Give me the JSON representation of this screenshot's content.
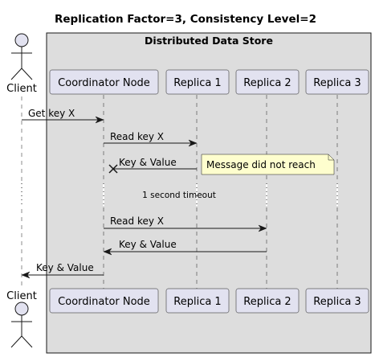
{
  "title": "Replication Factor=3, Consistency Level=2",
  "box_title": "Distributed Data Store",
  "actor": {
    "label": "Client"
  },
  "participants": [
    {
      "label": "Coordinator Node"
    },
    {
      "label": "Replica 1"
    },
    {
      "label": "Replica 2"
    },
    {
      "label": "Replica 3"
    }
  ],
  "messages": [
    {
      "from": "Client",
      "to": "Coordinator Node",
      "label": "Get key X"
    },
    {
      "from": "Coordinator Node",
      "to": "Replica 1",
      "label": "Read key X"
    },
    {
      "from": "Replica 1",
      "to": "Coordinator Node",
      "label": "Key & Value",
      "lost": true
    },
    {
      "from": "Coordinator Node",
      "to": "Replica 2",
      "label": "Read key X"
    },
    {
      "from": "Replica 2",
      "to": "Coordinator Node",
      "label": "Key & Value"
    },
    {
      "from": "Coordinator Node",
      "to": "Client",
      "label": "Key & Value"
    }
  ],
  "note": "Message did not reach",
  "delay_label": "1 second timeout",
  "colors": {
    "box_bg": "#dddddd",
    "participant_fill": "#e2e2f0",
    "border": "#181818",
    "note_fill": "#fefece"
  }
}
